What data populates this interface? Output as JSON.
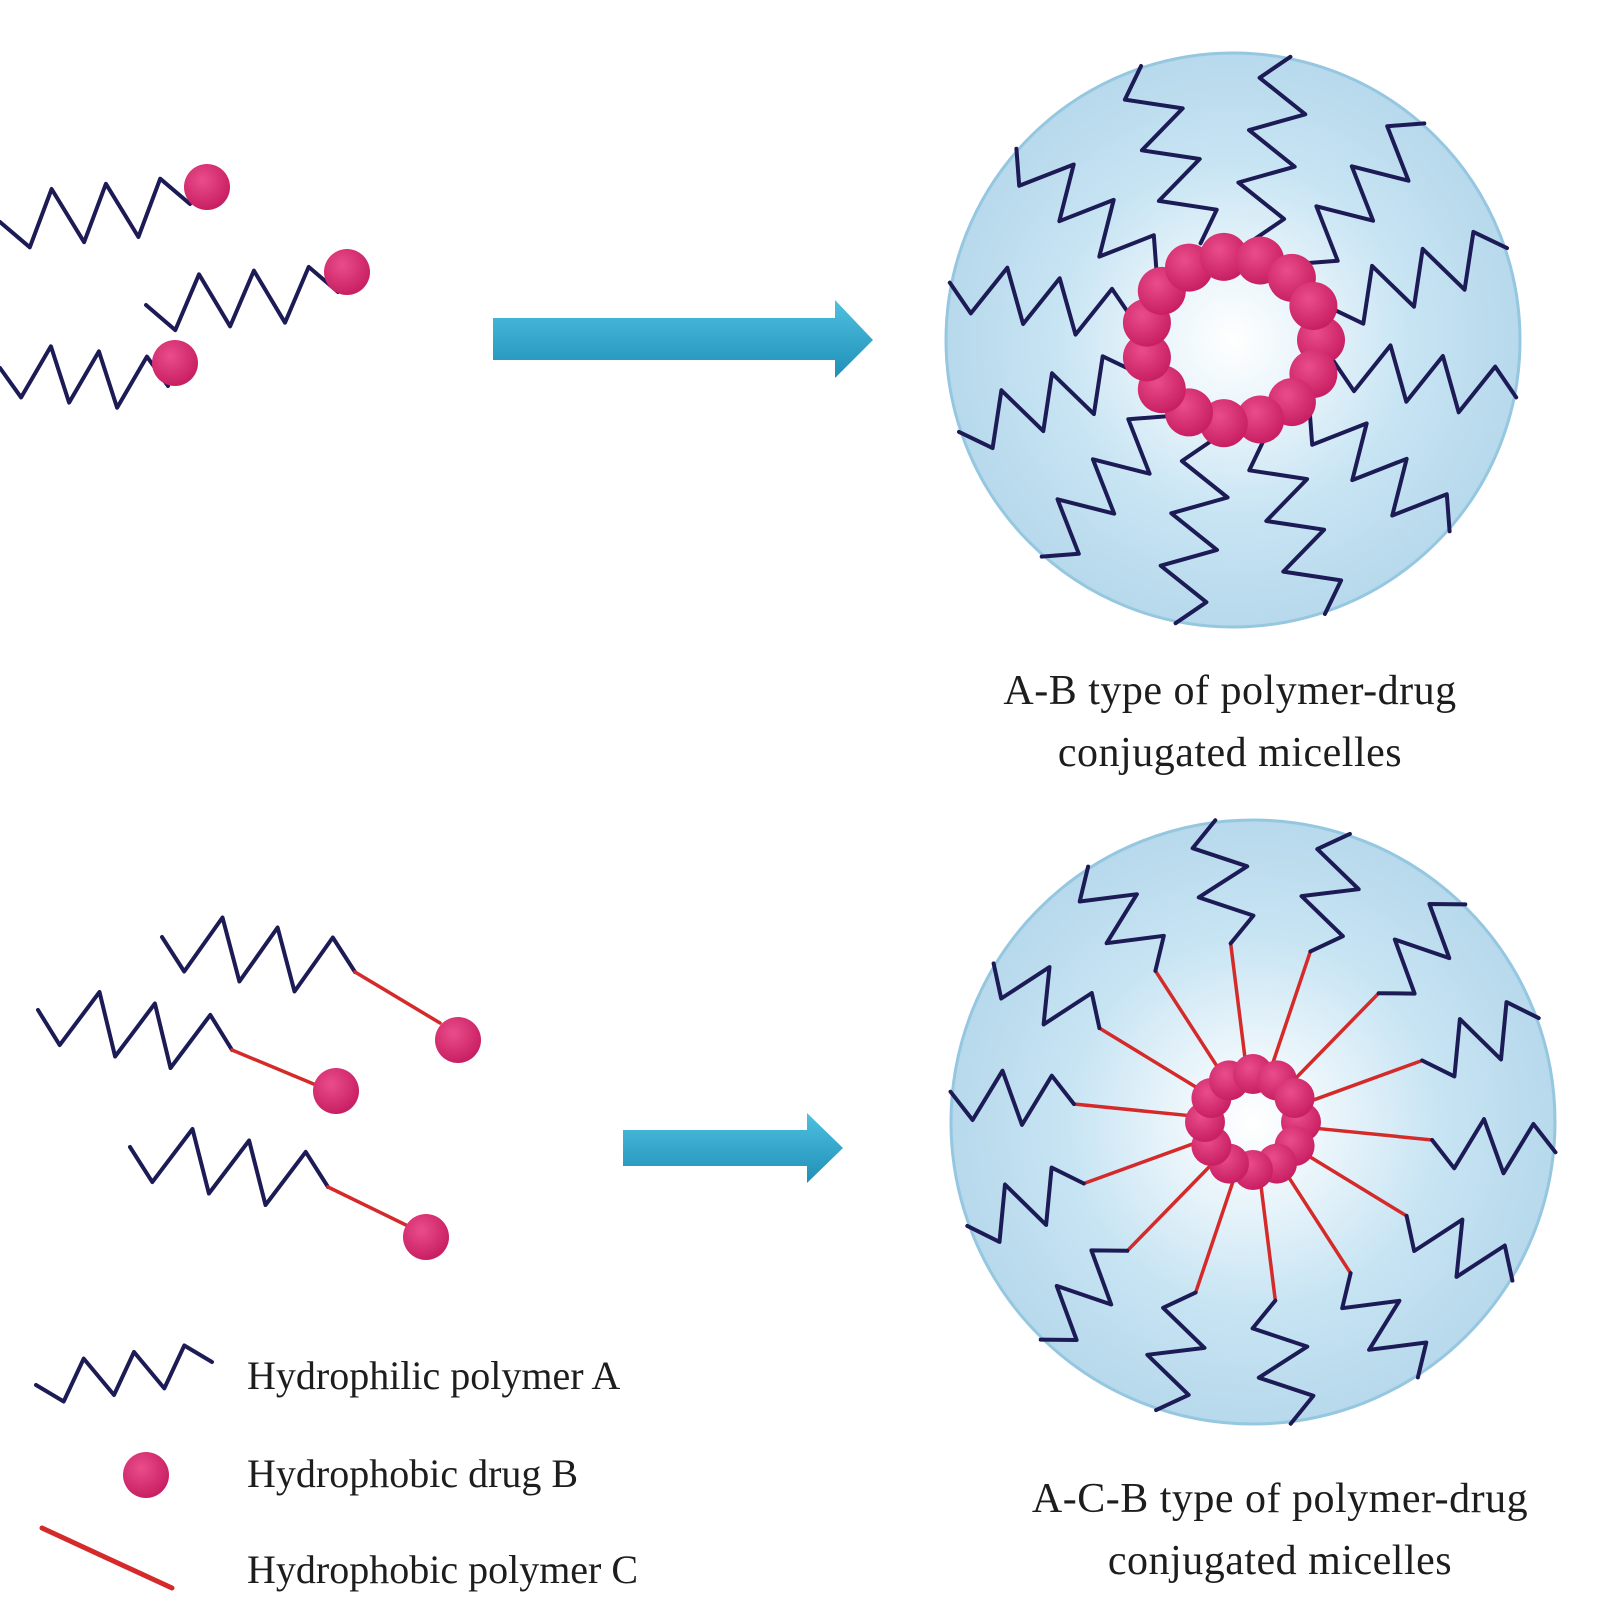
{
  "captions": {
    "ab": {
      "line1": "A-B type of polymer-drug",
      "line2": "conjugated micelles"
    },
    "acb": {
      "line1": "A-C-B type of polymer-drug",
      "line2": "conjugated micelles"
    }
  },
  "legend": {
    "polymer_a": "Hydrophilic polymer A",
    "drug_b": "Hydrophobic drug B",
    "polymer_c": "Hydrophobic polymer C"
  },
  "colors": {
    "hydrophilic_chain": "#1c1b55",
    "drug": "#d4296e",
    "hydrophobic_linker": "#d42a2a",
    "micelle_fill": "#bcdcee",
    "micelle_edge": "#8dc1de",
    "arrow": "#2aa3c8"
  }
}
